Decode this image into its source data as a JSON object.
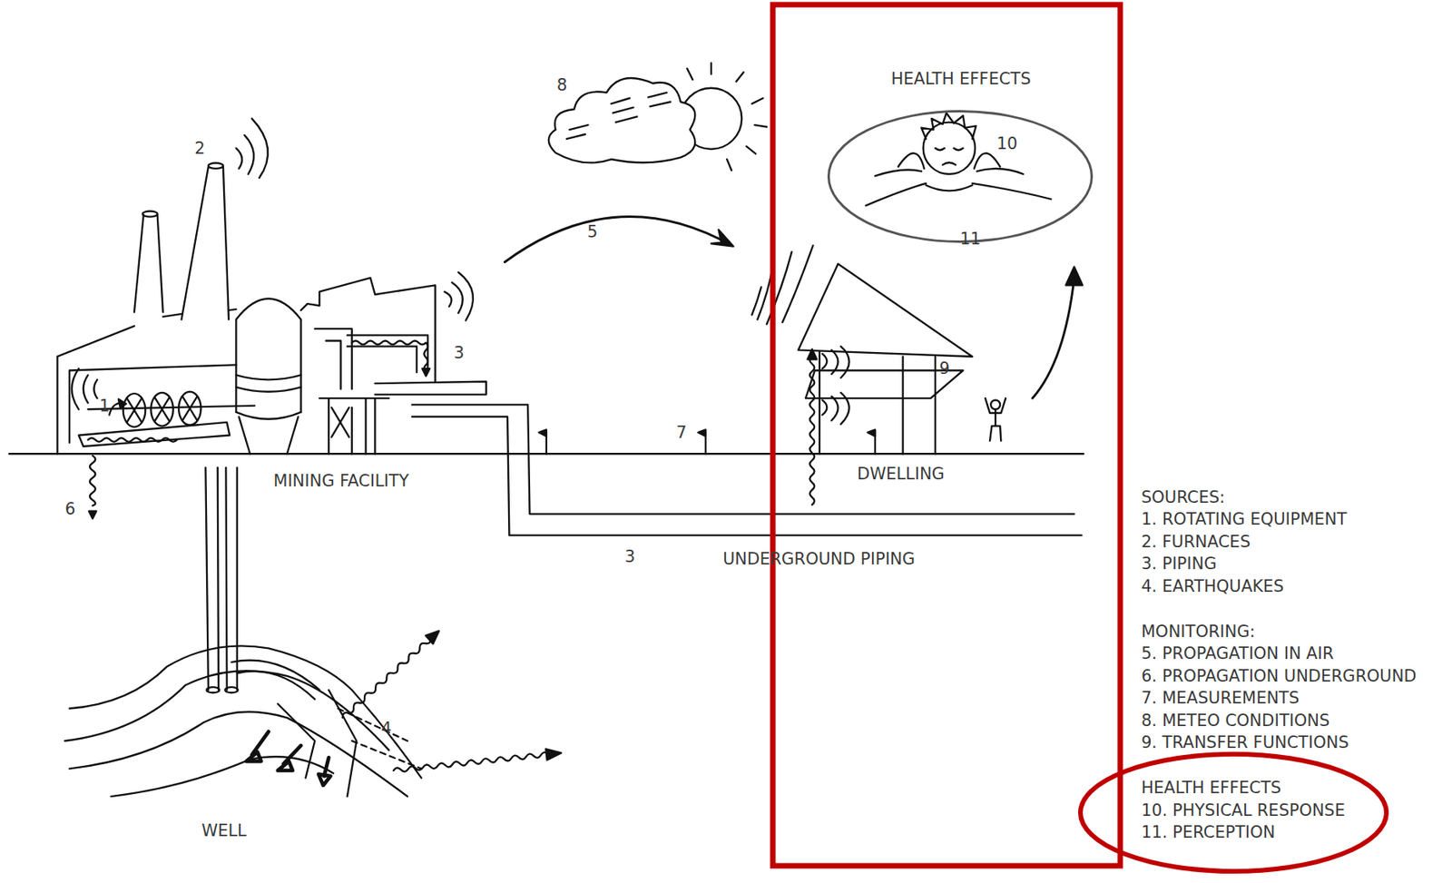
{
  "diagram": {
    "nodes": [
      {
        "text": [
          "HEALTH EFFECTS",
          "10",
          "11"
        ]
      },
      {
        "text": [
          "HEALTH EFFECTS",
          "10. PHYSICAL RESPONSE",
          "11. PERCEPTION"
        ]
      }
    ],
    "labels": [
      "2",
      "1",
      "3",
      "5",
      "8",
      "6",
      "MINING FACILITY",
      "7",
      "9",
      "DWELLING",
      "3",
      "UNDERGROUND PIPING",
      "4",
      "WELL",
      "SOURCES:",
      "1. ROTATING EQUIPMENT",
      "2. FURNACES",
      "3. PIPING",
      "4. EARTHQUAKES",
      "MONITORING:",
      "5. PROPAGATION IN AIR",
      "6. PROPAGATION UNDERGROUND",
      "7. MEASUREMENTS",
      "8. METEO CONDITIONS",
      "9. TRANSFER FUNCTIONS"
    ]
  }
}
